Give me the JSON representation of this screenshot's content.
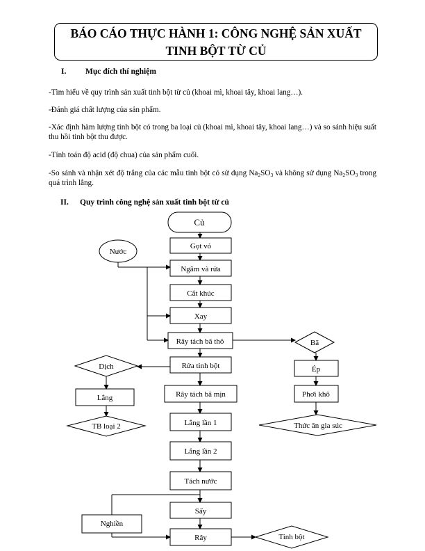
{
  "title": {
    "line1": "BÁO CÁO THỰC HÀNH 1: CÔNG NGHỆ SẢN XUẤT",
    "line2": "TINH BỘT TỪ CỦ"
  },
  "section1": {
    "number": "I.",
    "heading": "Mục đích thí nghiệm",
    "items": [
      "-Tìm hiểu về quy trình sản xuất tinh bột từ củ (khoai mì, khoai tây, khoai lang…).",
      "-Đánh giá chất lượng của sản phẩm.",
      "-Xác định hàm lượng tinh bột có trong ba loại củ (khoai mì, khoai tây, khoai lang…) và so sánh hiệu suất thu hồi tinh bột thu được.",
      "-Tính toán độ acid (độ chua) của sản phẩm cuối."
    ],
    "item5": {
      "before": "-So sánh và nhận xét độ trắng của các mẫu tinh bột có sử dụng Na",
      "sub1": "2",
      "mid1": "SO",
      "sub2": "3",
      "mid2": " và không sử dụng Na",
      "sub3": "2",
      "mid3": "SO",
      "sub4": "3",
      "after": " trong quá trình lắng."
    }
  },
  "section2": {
    "number": "II.",
    "heading": "Quy trình công nghệ sản xuất tinh bột từ củ"
  },
  "flow": {
    "cu": "Củ",
    "nuoc": "Nước",
    "got_vo": "Gọt vỏ",
    "ngam_rua": "Ngâm và rửa",
    "cat_khuc": "Cắt khúc",
    "xay": "Xay",
    "ray_ba_tho": "Rây tách bã thô",
    "ba": "Bã",
    "ep": "Ép",
    "phoi_kho": "Phơi khô",
    "thuc_an": "Thức ăn gia súc",
    "dich": "Dịch",
    "lang": "Lắng",
    "tb_loai2": "TB loại 2",
    "rua_tinh_bot": "Rửa tinh bột",
    "ray_ba_min": "Rây tách bã mịn",
    "lang_lan1": "Lắng lần 1",
    "lang_lan2": "Lắng lần 2",
    "tach_nuoc": "Tách nước",
    "say": "Sấy",
    "nghien": "Nghiền",
    "ray": "Rây",
    "tinh_bot": "Tinh bột"
  }
}
